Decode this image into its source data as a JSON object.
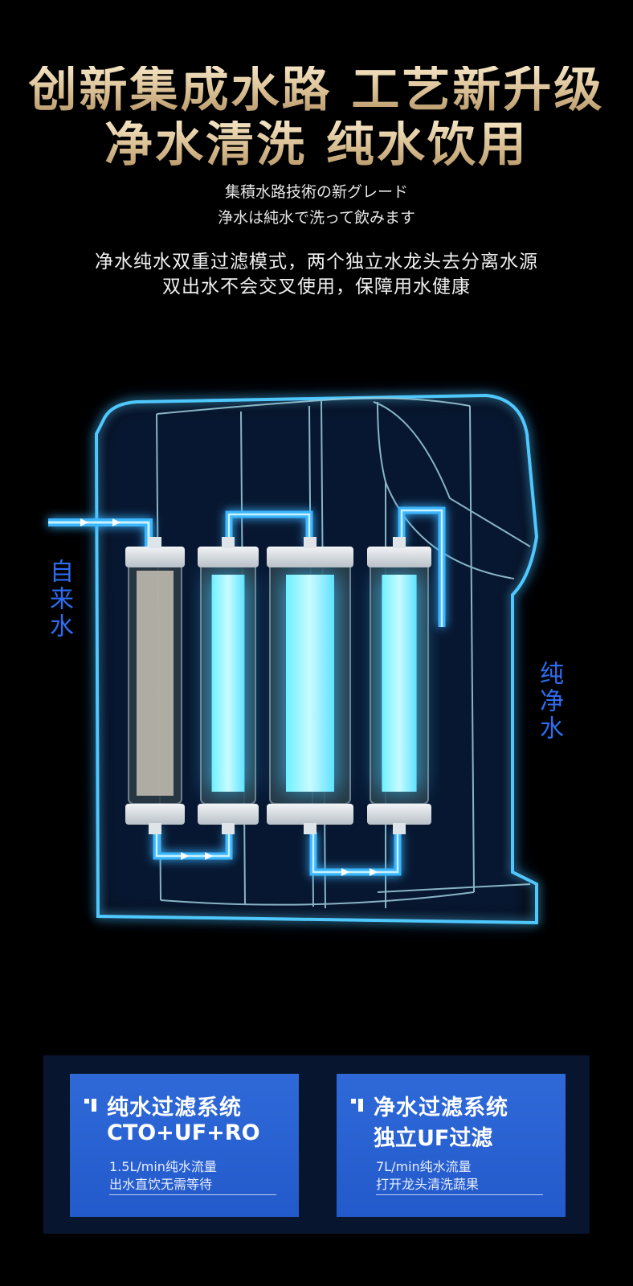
{
  "headline": {
    "line1": "创新集成水路 工艺新升级",
    "line2": "净水清洗 纯水饮用"
  },
  "japanese": {
    "line1": "集積水路技術の新グレード",
    "line2": "浄水は純水で洗って飲みます"
  },
  "description": {
    "line1": "净水纯水双重过滤模式，两个独立水龙头去分离水源",
    "line2": "双出水不会交叉使用，保障用水健康"
  },
  "diagram": {
    "inlet_label": "自来水",
    "outlet_label": "纯净水",
    "filter_count": 4,
    "glow_color": "#43c7ff",
    "frame_color": "#9fe8ff"
  },
  "cards": [
    {
      "title": "纯水过滤系统",
      "subtitle": "CTO+UF+RO",
      "lines": [
        "1.5L/min纯水流量",
        "出水直饮无需等待"
      ]
    },
    {
      "title": "净水过滤系统",
      "subtitle": "独立UF过滤",
      "lines": [
        "7L/min纯水流量",
        "打开龙头清洗蔬果"
      ]
    }
  ],
  "colors": {
    "background": "#000000",
    "gold": "#d8bd91",
    "card_blue": "#2a61d2",
    "panel_navy": "#07152e",
    "label_blue": "#2e6cf0"
  }
}
